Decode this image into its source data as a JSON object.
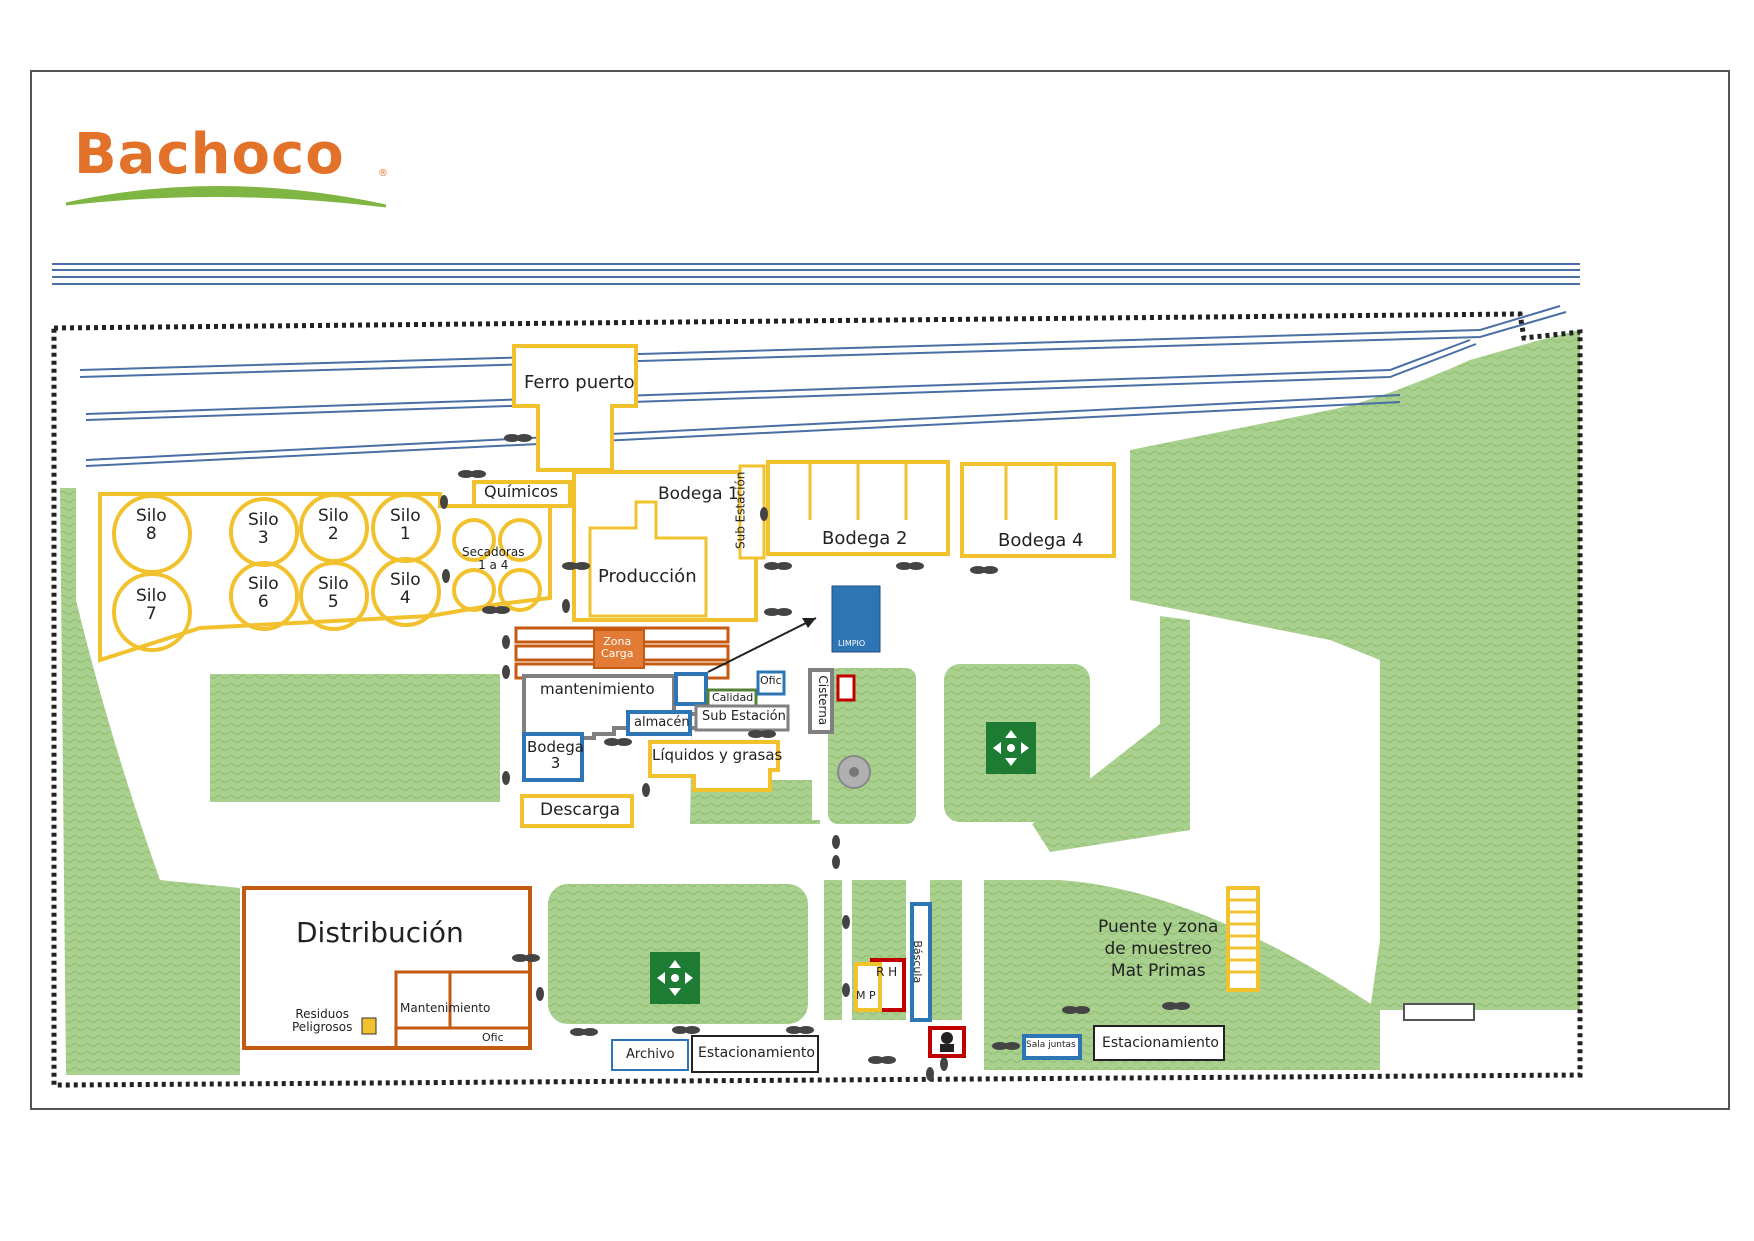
{
  "brand": {
    "logo": "Bachoco",
    "registered": "®",
    "accent_orange": "#e2722a",
    "accent_green": "#7fb542"
  },
  "colors": {
    "green_area": "#a9d08e",
    "yellow_outline": "#f2c12e",
    "orange_outline": "#c55a11",
    "blue_outline": "#2e75b6",
    "gray_outline": "#808080",
    "rail": "#4a6fa5"
  },
  "labels": {
    "ferro_puerto": "Ferro puerto",
    "quimicos": "Químicos",
    "bodega1": "Bodega 1",
    "sub_estacion_v": "Sub Estación",
    "bodega2": "Bodega 2",
    "bodega4": "Bodega 4",
    "produccion": "Producción",
    "secadoras": "Secadoras\n1 a 4",
    "zona_carga": "Zona\nCarga",
    "mantenimiento": "mantenimiento",
    "calidad": "Calidad",
    "ofic": "Ofic",
    "cisterna": "Cisterna",
    "almacen": "almacén",
    "sub_estacion": "Sub Estación",
    "bodega3": "Bodega\n3",
    "liquidos": "Líquidos y grasas",
    "descarga": "Descarga",
    "distribucion": "Distribución",
    "residuos": "Residuos\nPeligrosos",
    "mantenimiento2": "Mantenimiento",
    "ofic2": "Ofic",
    "archivo": "Archivo",
    "estacionamiento1": "Estacionamiento",
    "rh": "R H",
    "mp": "M P",
    "bascula": "Báscula",
    "sala_juntas": "Sala juntas",
    "estacionamiento2": "Estacionamiento",
    "puente": "Puente y zona\nde muestreo\nMat Primas",
    "limpio": "LIMPIO"
  },
  "silos": [
    {
      "label": "Silo\n8"
    },
    {
      "label": "Silo\n3"
    },
    {
      "label": "Silo\n2"
    },
    {
      "label": "Silo\n1"
    },
    {
      "label": "Silo\n7"
    },
    {
      "label": "Silo\n6"
    },
    {
      "label": "Silo\n5"
    },
    {
      "label": "Silo\n4"
    }
  ]
}
